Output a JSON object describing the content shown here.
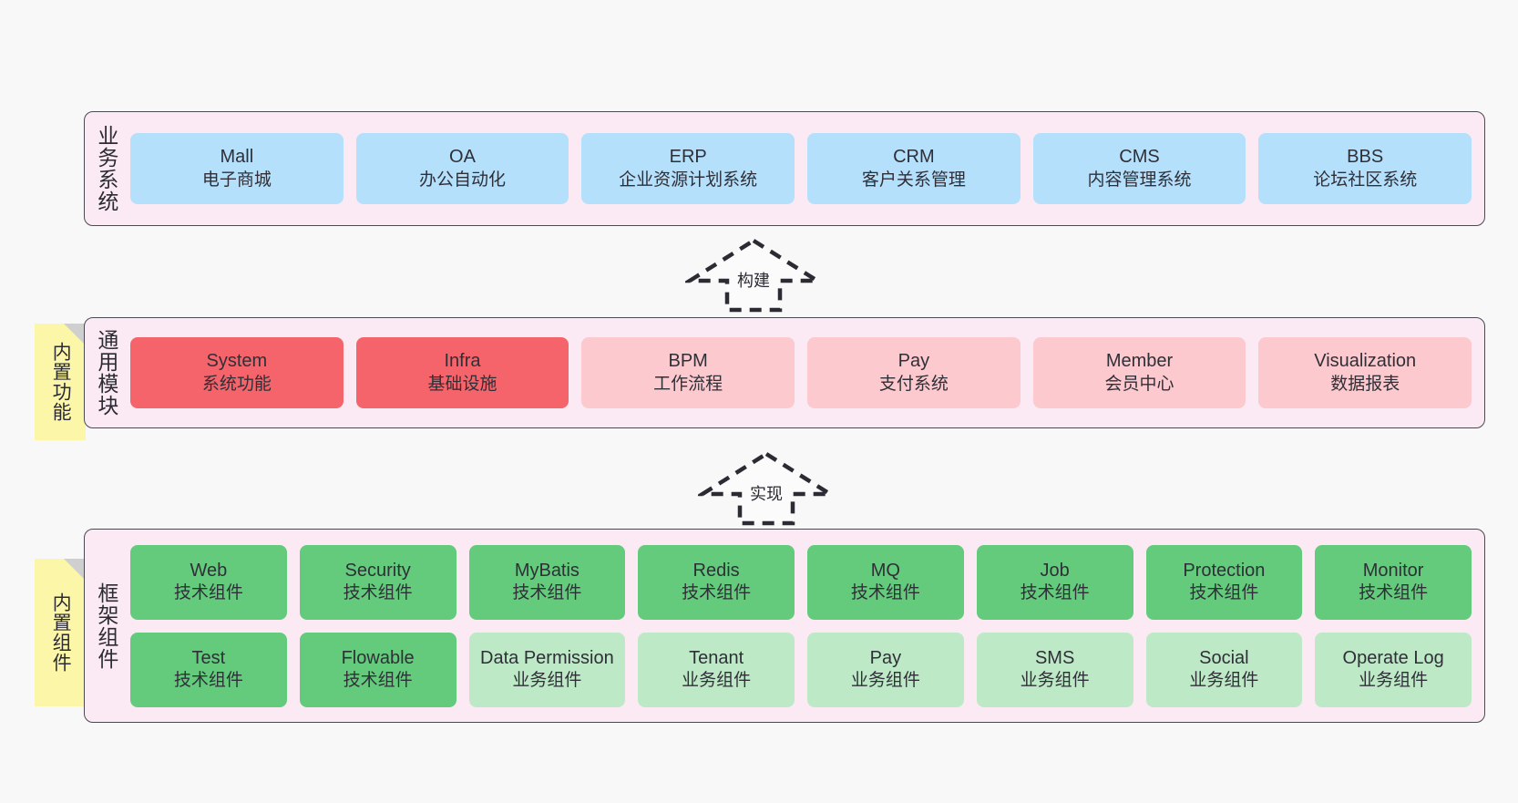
{
  "diagram": {
    "background": "#f8f8f8",
    "container_fill": "#fbeaf4",
    "container_stroke": "#4a4a52",
    "note_fill": "#fcf7a8"
  },
  "layers": [
    {
      "id": "business",
      "title": "业务系统",
      "note": null,
      "rows": [
        {
          "cards": [
            {
              "name": "Mall",
              "sub": "电子商城",
              "color": "#b5e0fb",
              "style": "c-blue"
            },
            {
              "name": "OA",
              "sub": "办公自动化",
              "color": "#b5e0fb",
              "style": "c-blue"
            },
            {
              "name": "ERP",
              "sub": "企业资源计划系统",
              "color": "#b5e0fb",
              "style": "c-blue"
            },
            {
              "name": "CRM",
              "sub": "客户关系管理",
              "color": "#b5e0fb",
              "style": "c-blue"
            },
            {
              "name": "CMS",
              "sub": "内容管理系统",
              "color": "#b5e0fb",
              "style": "c-blue"
            },
            {
              "name": "BBS",
              "sub": "论坛社区系统",
              "color": "#b5e0fb",
              "style": "c-blue"
            }
          ]
        }
      ]
    },
    {
      "id": "modules",
      "title": "通用模块",
      "note": "内置功能",
      "rows": [
        {
          "cards": [
            {
              "name": "System",
              "sub": "系统功能",
              "color": "#f4646a",
              "style": "c-red"
            },
            {
              "name": "Infra",
              "sub": "基础设施",
              "color": "#f4646a",
              "style": "c-red"
            },
            {
              "name": "BPM",
              "sub": "工作流程",
              "color": "#fbc9ce",
              "style": "c-pink"
            },
            {
              "name": "Pay",
              "sub": "支付系统",
              "color": "#fbc9ce",
              "style": "c-pink"
            },
            {
              "name": "Member",
              "sub": "会员中心",
              "color": "#fbc9ce",
              "style": "c-pink"
            },
            {
              "name": "Visualization",
              "sub": "数据报表",
              "color": "#fbc9ce",
              "style": "c-pink"
            }
          ]
        }
      ]
    },
    {
      "id": "frame",
      "title": "框架组件",
      "note": "内置组件",
      "rows": [
        {
          "cards": [
            {
              "name": "Web",
              "sub": "技术组件",
              "color": "#63cb7b",
              "style": "c-green"
            },
            {
              "name": "Security",
              "sub": "技术组件",
              "color": "#63cb7b",
              "style": "c-green"
            },
            {
              "name": "MyBatis",
              "sub": "技术组件",
              "color": "#63cb7b",
              "style": "c-green"
            },
            {
              "name": "Redis",
              "sub": "技术组件",
              "color": "#63cb7b",
              "style": "c-green"
            },
            {
              "name": "MQ",
              "sub": "技术组件",
              "color": "#63cb7b",
              "style": "c-green"
            },
            {
              "name": "Job",
              "sub": "技术组件",
              "color": "#63cb7b",
              "style": "c-green"
            },
            {
              "name": "Protection",
              "sub": "技术组件",
              "color": "#63cb7b",
              "style": "c-green"
            },
            {
              "name": "Monitor",
              "sub": "技术组件",
              "color": "#63cb7b",
              "style": "c-green"
            }
          ]
        },
        {
          "cards": [
            {
              "name": "Test",
              "sub": "技术组件",
              "color": "#63cb7b",
              "style": "c-green"
            },
            {
              "name": "Flowable",
              "sub": "技术组件",
              "color": "#63cb7b",
              "style": "c-green"
            },
            {
              "name": "Data Permission",
              "sub": "业务组件",
              "color": "#bee9c6",
              "style": "c-lgreen"
            },
            {
              "name": "Tenant",
              "sub": "业务组件",
              "color": "#bee9c6",
              "style": "c-lgreen"
            },
            {
              "name": "Pay",
              "sub": "业务组件",
              "color": "#bee9c6",
              "style": "c-lgreen"
            },
            {
              "name": "SMS",
              "sub": "业务组件",
              "color": "#bee9c6",
              "style": "c-lgreen"
            },
            {
              "name": "Social",
              "sub": "业务组件",
              "color": "#bee9c6",
              "style": "c-lgreen"
            },
            {
              "name": "Operate Log",
              "sub": "业务组件",
              "color": "#bee9c6",
              "style": "c-lgreen"
            }
          ]
        }
      ]
    }
  ],
  "connectors": [
    {
      "id": "build",
      "label": "构建",
      "from": "modules",
      "to": "business"
    },
    {
      "id": "implement",
      "label": "实现",
      "from": "frame",
      "to": "modules"
    }
  ]
}
